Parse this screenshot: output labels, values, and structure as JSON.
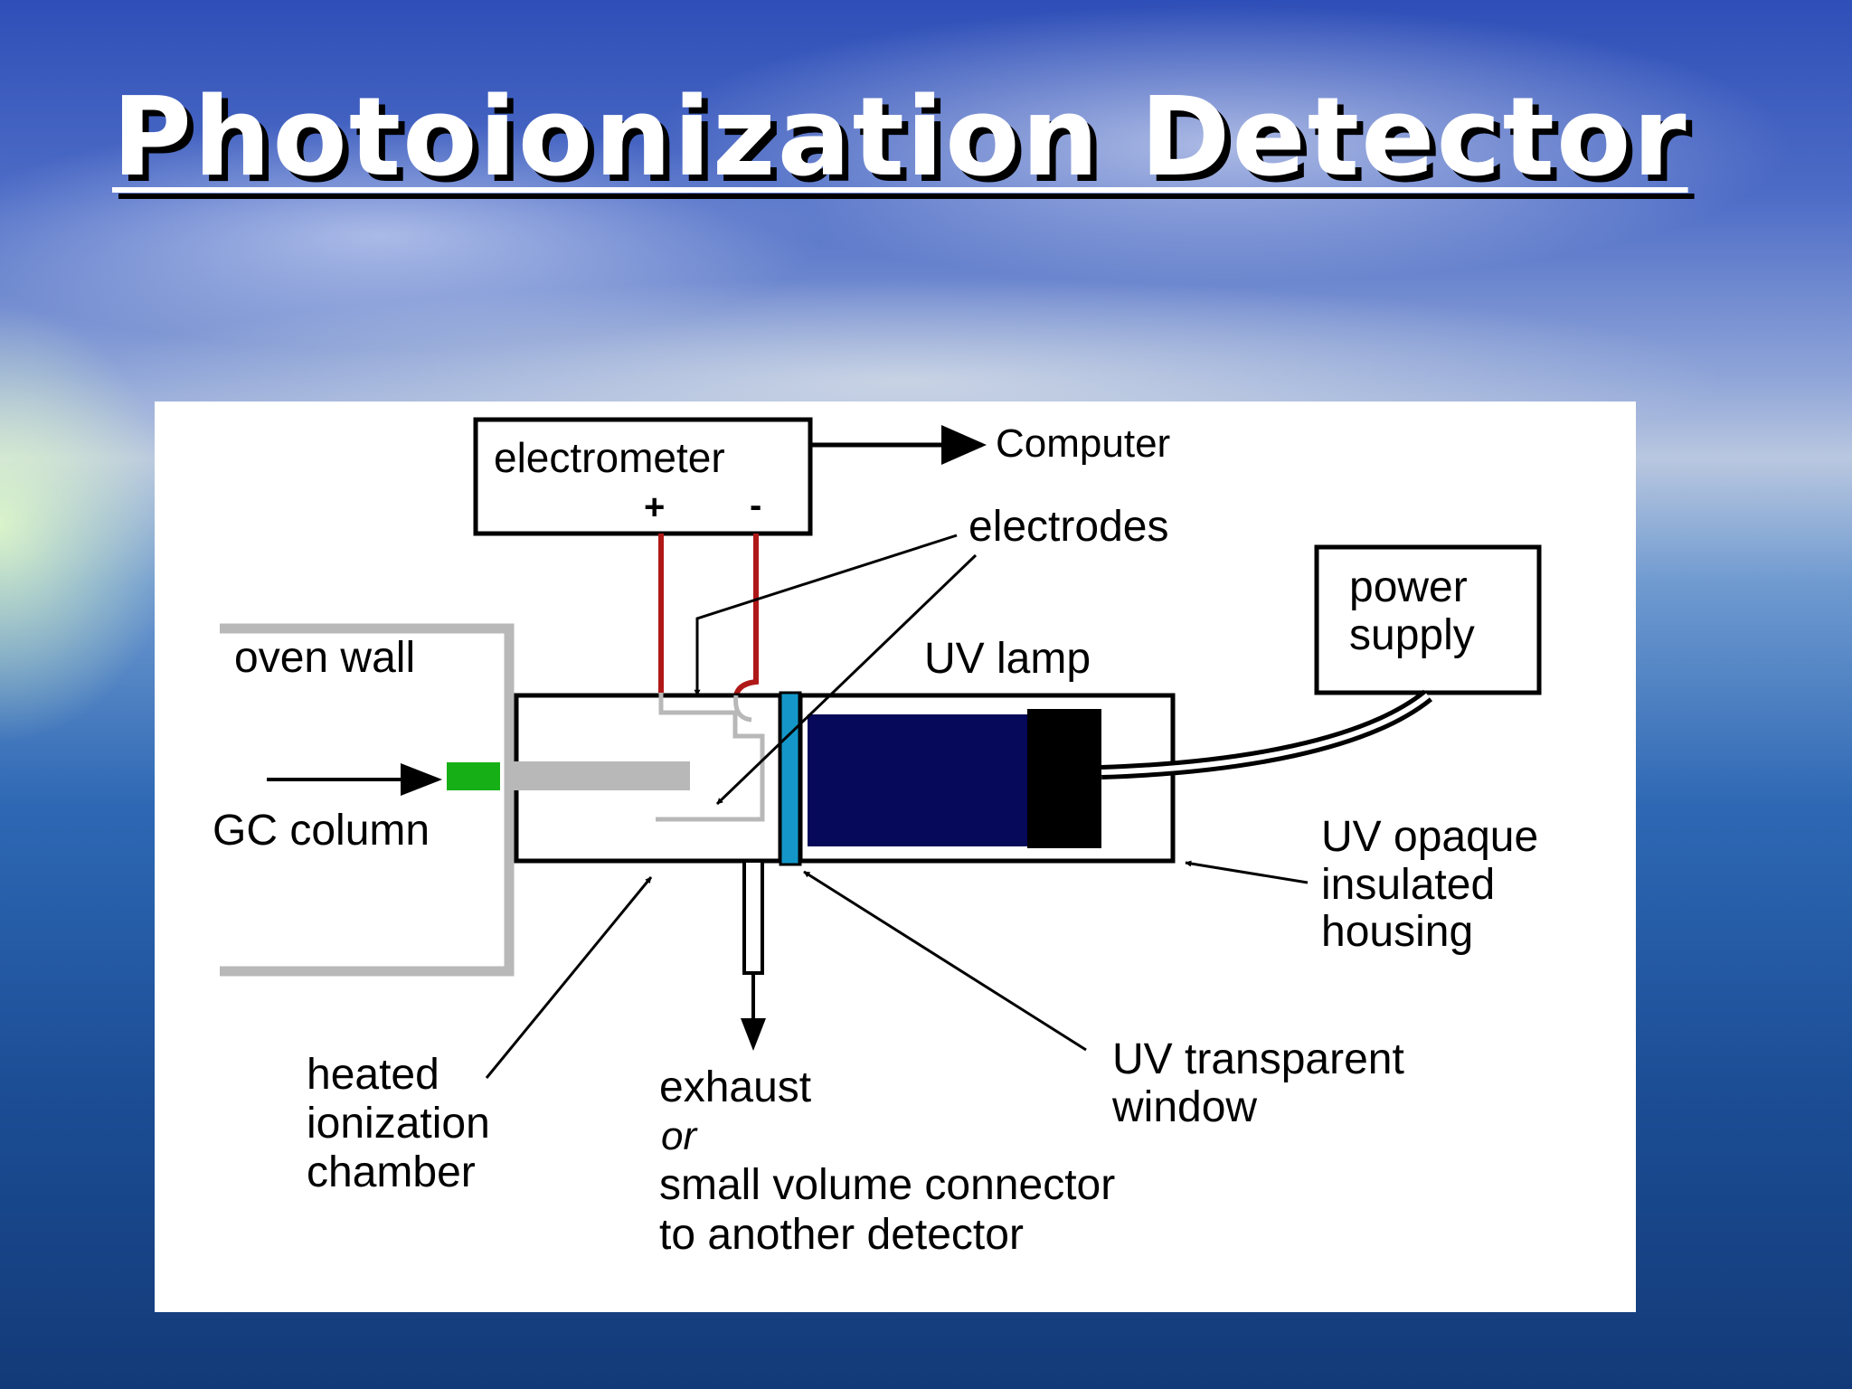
{
  "slide": {
    "title": "Photoionization Detector"
  },
  "diagram": {
    "labels": {
      "electrometer": "electrometer",
      "plus": "+",
      "minus": "-",
      "computer": "Computer",
      "electrodes": "electrodes",
      "power_supply_line1": "power",
      "power_supply_line2": "supply",
      "oven_wall": "oven wall",
      "uv_lamp": "UV lamp",
      "gc_column": "GC column",
      "uv_opaque_line1": "UV opaque",
      "uv_opaque_line2": "insulated",
      "uv_opaque_line3": "housing",
      "heated_line1": "heated",
      "heated_line2": "ionization",
      "heated_line3": "chamber",
      "exhaust_line1": "exhaust",
      "exhaust_line2": "or",
      "exhaust_line3": "small volume connector",
      "exhaust_line4": "to another detector",
      "uv_window_line1": "UV transparent",
      "uv_window_line2": "window"
    },
    "colors": {
      "wire": "#b01818",
      "gc_column_tip": "#16b016",
      "column_gray": "#b8b8b8",
      "uv_window": "#1497c8",
      "lamp_body": "#06085a",
      "lamp_cap": "#000000",
      "line": "#000000"
    }
  }
}
